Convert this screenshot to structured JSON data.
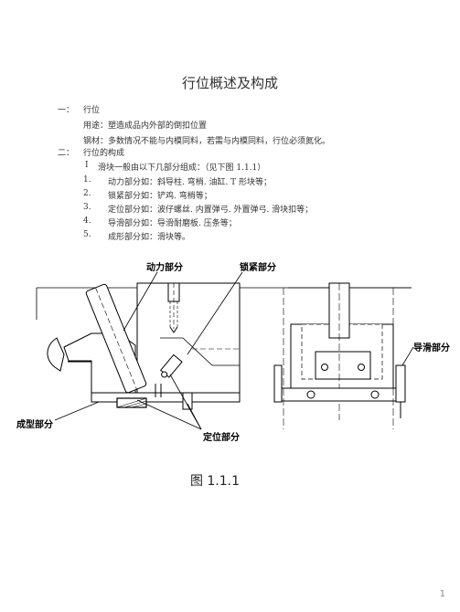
{
  "title": "行位概述及构成",
  "sections": [
    {
      "num": "一：",
      "heading": "行位",
      "lines": [
        "用途：塑造成品内外部的倒扣位置",
        "钢材：多数情况不能与内模同料，若需与内模同料，行位必须氮化。"
      ]
    },
    {
      "num": "二：",
      "heading": "行位的构成",
      "intro_marker": "Ⅰ",
      "intro": "滑块一般由以下几部分组成：（见下图  1.1.1）",
      "items": [
        {
          "num": "1.",
          "text": "动力部分如：斜导柱. 弯梢. 油缸. T 形块等；"
        },
        {
          "num": "2.",
          "text": "锁紧部分如：铲鸡. 弯梢等；"
        },
        {
          "num": "3.",
          "text": "定位部分如：波仔螺丝. 内置弹弓. 外置弹弓. 滑块扣等；"
        },
        {
          "num": "4.",
          "text": "导滑部分如：导滑耐磨板. 压条等；"
        },
        {
          "num": "5.",
          "text": "成形部分如：滑块等。"
        }
      ]
    }
  ],
  "figure": {
    "labels": {
      "power": "动力部分",
      "lock": "锁紧部分",
      "guide": "导滑部分",
      "molding": "成型部分",
      "position": "定位部分"
    },
    "caption": "图 1.1.1"
  },
  "page_number": "1"
}
